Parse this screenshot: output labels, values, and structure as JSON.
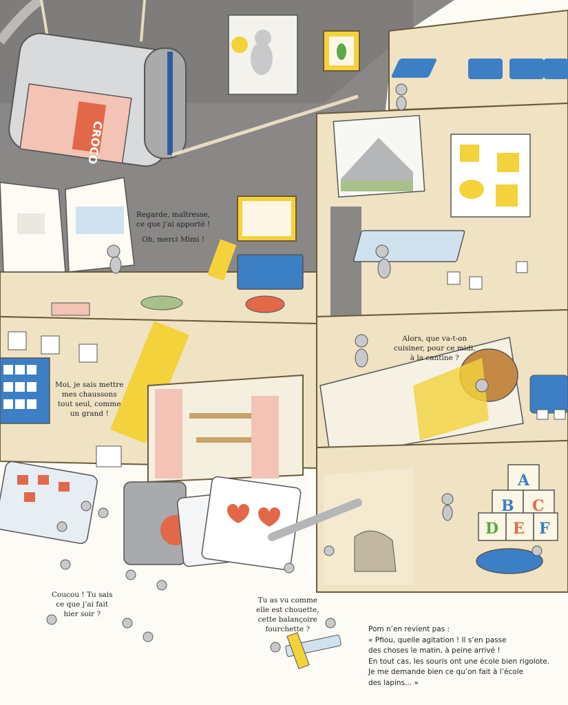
{
  "dialogues": {
    "gift": {
      "line1": "Regarde, maîtresse,",
      "line2": "ce que j’ai apporté !",
      "reply": "Oh, merci Mimi !"
    },
    "slippers": {
      "line1": "Moi, je sais mettre",
      "line2": "mes chaussons",
      "line3": "tout seul, comme",
      "line4": "un grand !"
    },
    "canteen": {
      "line1": "Alors, que va-t-on",
      "line2": "cuisiner, pour ce midi,",
      "line3": "à la cantine ?"
    },
    "greeting": {
      "line1": "Coucou ! Tu sais",
      "line2": "ce que j’ai fait",
      "line3": "hier soir ?"
    },
    "swing": {
      "line1": "Tu as vu comme",
      "line2": "elle est chouette,",
      "line3": "cette balançoire",
      "line4": "fourchette ?"
    }
  },
  "narration": {
    "line1": "Pom n’en revient pas :",
    "line2": "« Pfiou, quelle agitation ! Il s’en passe",
    "line3": "des choses le matin, à peine arrivé !",
    "line4": "En tout cas, les souris ont une école bien rigolote.",
    "line5": "Je me demande bien ce qu’on fait à l’école",
    "line6": "des lapins... »"
  },
  "scene_labels": {
    "tin_can": "CROCO",
    "blocks": [
      "A",
      "B",
      "C",
      "D",
      "E",
      "F"
    ]
  },
  "colors": {
    "wall_gray": "#8a8886",
    "wood": "#efe3c4",
    "wood_edge": "#6b5a3a",
    "mouse_gray": "#c9c9cc",
    "accent_orange": "#e2684a",
    "accent_blue": "#3d7fc4",
    "accent_yellow": "#f3d23c"
  }
}
